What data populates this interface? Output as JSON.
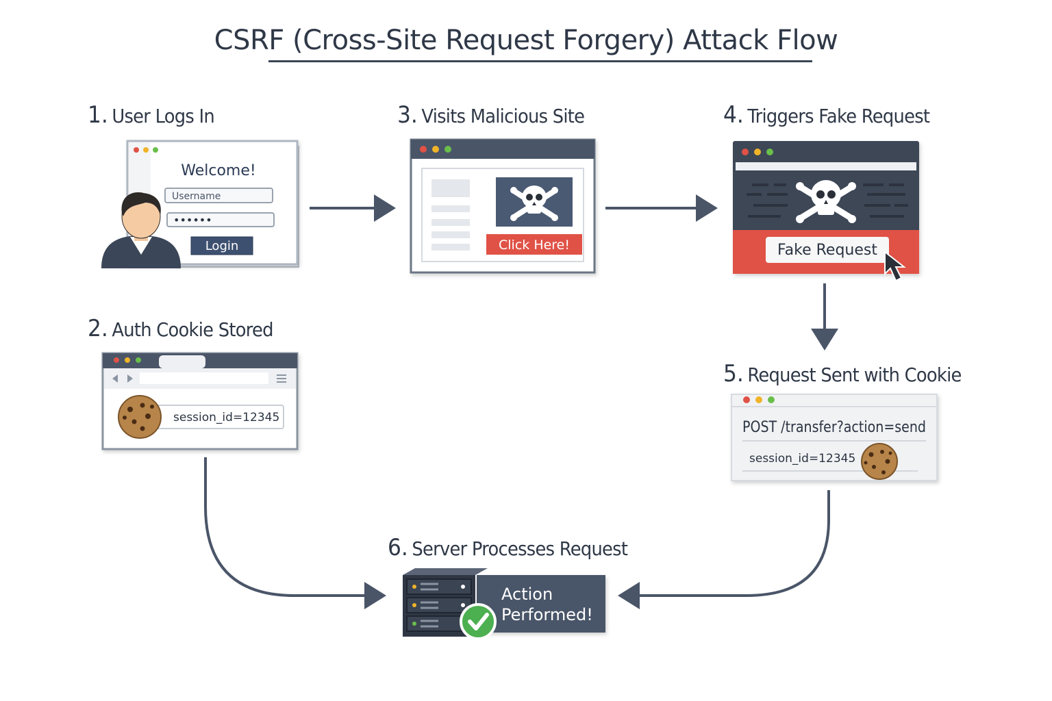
{
  "title": "CSRF (Cross-Site Request Forgery) Attack Flow",
  "steps": [
    {
      "num": "1.",
      "label": "User Logs In"
    },
    {
      "num": "2.",
      "label": "Auth Cookie Stored"
    },
    {
      "num": "3.",
      "label": "Visits Malicious Site"
    },
    {
      "num": "4.",
      "label": "Triggers Fake Request"
    },
    {
      "num": "5.",
      "label": "Request Sent with Cookie"
    },
    {
      "num": "6.",
      "label": "Server Processes Request"
    }
  ],
  "login_window": {
    "heading": "Welcome!",
    "username_placeholder": "Username",
    "password_value": "••••••",
    "login_button": "Login"
  },
  "cookie_window": {
    "cookie_value": "session_id=12345"
  },
  "malicious_window": {
    "cta_button": "Click Here!"
  },
  "fake_request_window": {
    "button": "Fake Request"
  },
  "request_window": {
    "request_line": "POST /transfer?action=send",
    "cookie_value": "session_id=12345"
  },
  "server": {
    "result_label": "Action Performed!"
  },
  "colors": {
    "dark_slate": "#4a5568",
    "danger_red": "#e05246",
    "success_green": "#4caf50",
    "cookie_brown": "#b7854a"
  }
}
